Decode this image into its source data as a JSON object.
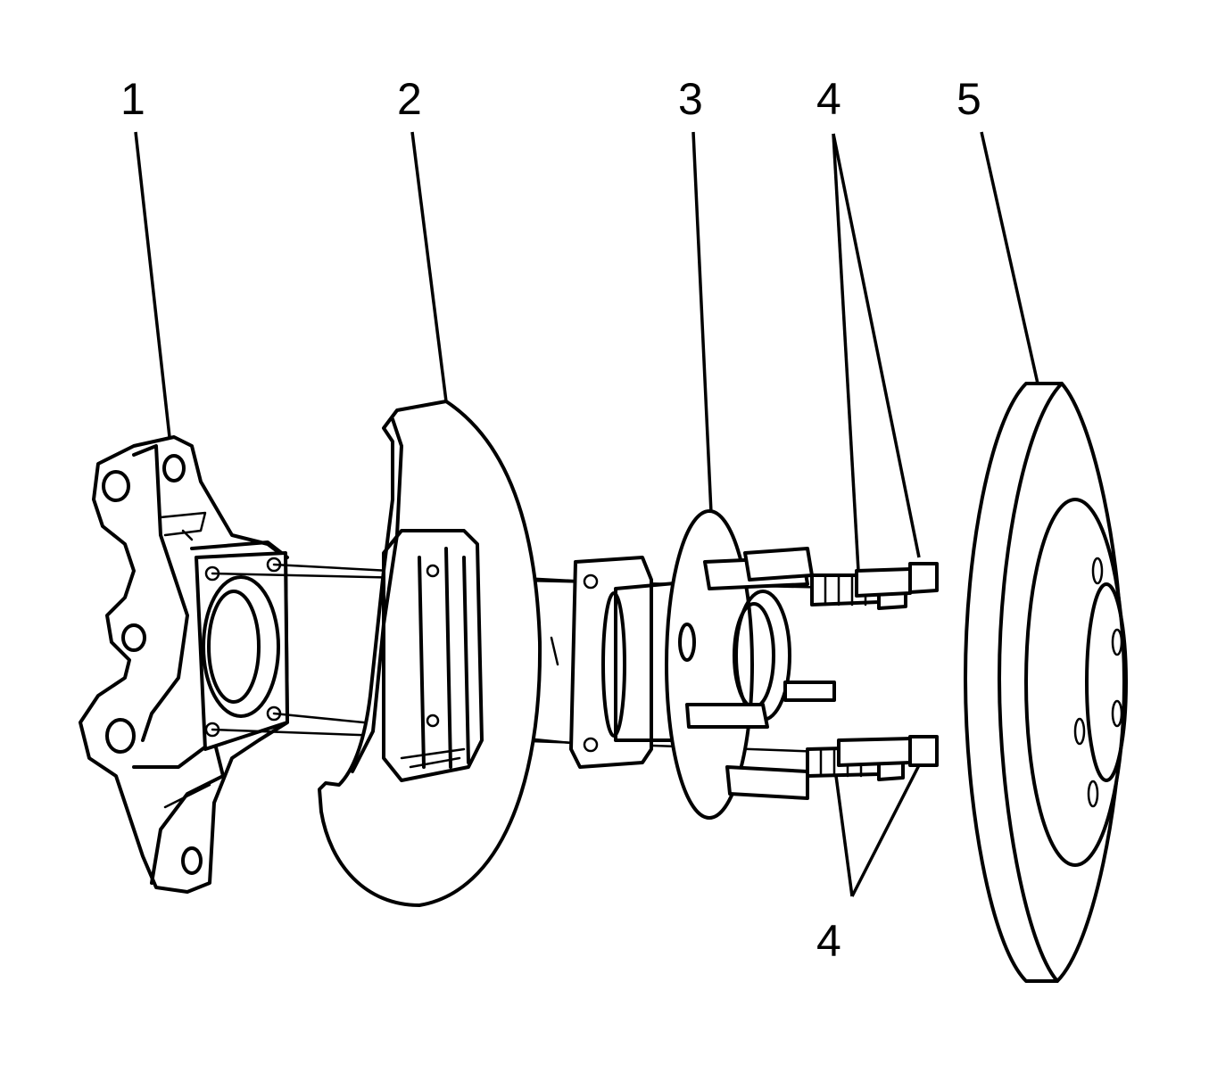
{
  "callouts": {
    "c1": "1",
    "c2": "2",
    "c3": "3",
    "c4_top": "4",
    "c5": "5",
    "c4_bottom": "4"
  },
  "colors": {
    "ink": "#000000",
    "background": "#ffffff"
  }
}
